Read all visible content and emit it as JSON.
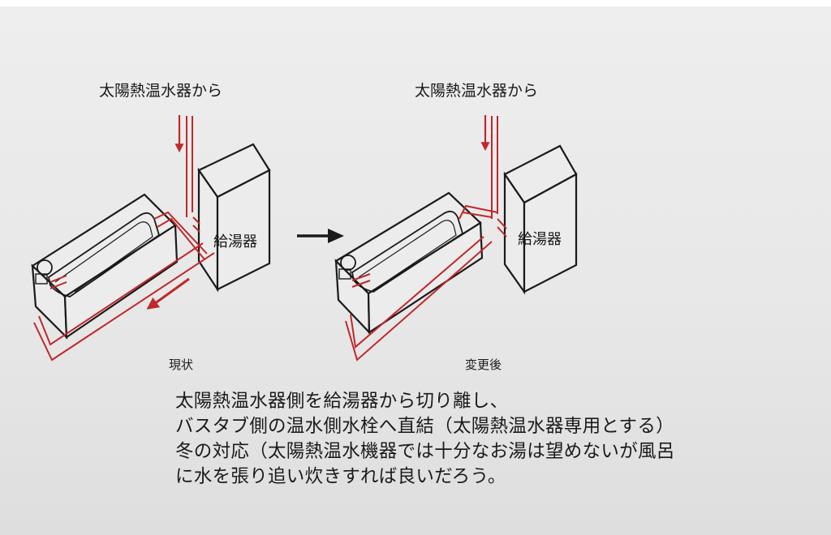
{
  "labels": {
    "left_from_solar": "太陽熱温水器から",
    "right_from_solar": "太陽熱温水器から",
    "left_heater": "給湯器",
    "right_heater": "給湯器",
    "left_caption": "現状",
    "right_caption": "変更後"
  },
  "description": [
    "太陽熱温水器側を給湯器から切り離し、",
    "バスタブ側の温水側水栓へ直結（太陽熱温水器専用とする）",
    "冬の対応（太陽熱温水機器では十分なお湯は望めないが風呂",
    "に水を張り追い炊きすれば良いだろう。"
  ],
  "colors": {
    "pipe": "#c0282b",
    "ink": "#1a1a1a",
    "paper": "#e8e8e8"
  },
  "icons": [
    "arrow-right-icon"
  ]
}
